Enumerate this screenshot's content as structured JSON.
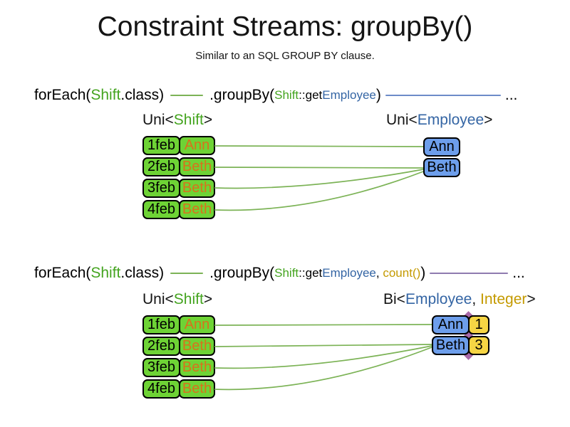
{
  "title": "Constraint Streams: groupBy()",
  "subtitle": "Similar to an SQL GROUP BY clause.",
  "ellipsis": "...",
  "colors": {
    "green_box": "#6ed335",
    "blue_box": "#6d9eeb",
    "yellow_box": "#f6d544",
    "green_text": "#44a41f",
    "blue_text": "#3465a4",
    "orange_text": "#d9711c",
    "gold_text": "#c49a00",
    "green_line": "#7cb356",
    "blue_line": "#6d8bc9",
    "purple_line": "#8f7bb0",
    "purple_diamond": "#a868a8"
  },
  "shift_rows": [
    {
      "date": "1feb",
      "name": "Ann"
    },
    {
      "date": "2feb",
      "name": "Beth"
    },
    {
      "date": "3feb",
      "name": "Beth"
    },
    {
      "date": "4feb",
      "name": "Beth"
    }
  ],
  "section1": {
    "code": {
      "foreach_pre": "forEach(",
      "foreach_type": "Shift",
      "foreach_post": ".class)",
      "groupby_pre": ".groupBy(",
      "arg_type": "Shift",
      "arg_mid": "::get",
      "arg_ref": "Employee",
      "groupby_post": ")"
    },
    "left_label": {
      "pre": "Uni<",
      "type": "Shift",
      "post": ">"
    },
    "right_label": {
      "pre": "Uni<",
      "type": "Employee",
      "post": ">"
    },
    "employees": [
      {
        "name": "Ann"
      },
      {
        "name": "Beth"
      }
    ]
  },
  "section2": {
    "code": {
      "foreach_pre": "forEach(",
      "foreach_type": "Shift",
      "foreach_post": ".class)",
      "groupby_pre": ".groupBy(",
      "arg_type": "Shift",
      "arg_mid": "::get",
      "arg_ref": "Employee",
      "arg_sep": ", ",
      "arg_count": "count()",
      "groupby_post": ")"
    },
    "left_label": {
      "pre": "Uni<",
      "type": "Shift",
      "post": ">"
    },
    "right_label": {
      "pre": "Bi<",
      "type1": "Employee",
      "sep": ", ",
      "type2": "Integer",
      "post": ">"
    },
    "groups": [
      {
        "name": "Ann",
        "count": "1"
      },
      {
        "name": "Beth",
        "count": "3"
      }
    ]
  }
}
